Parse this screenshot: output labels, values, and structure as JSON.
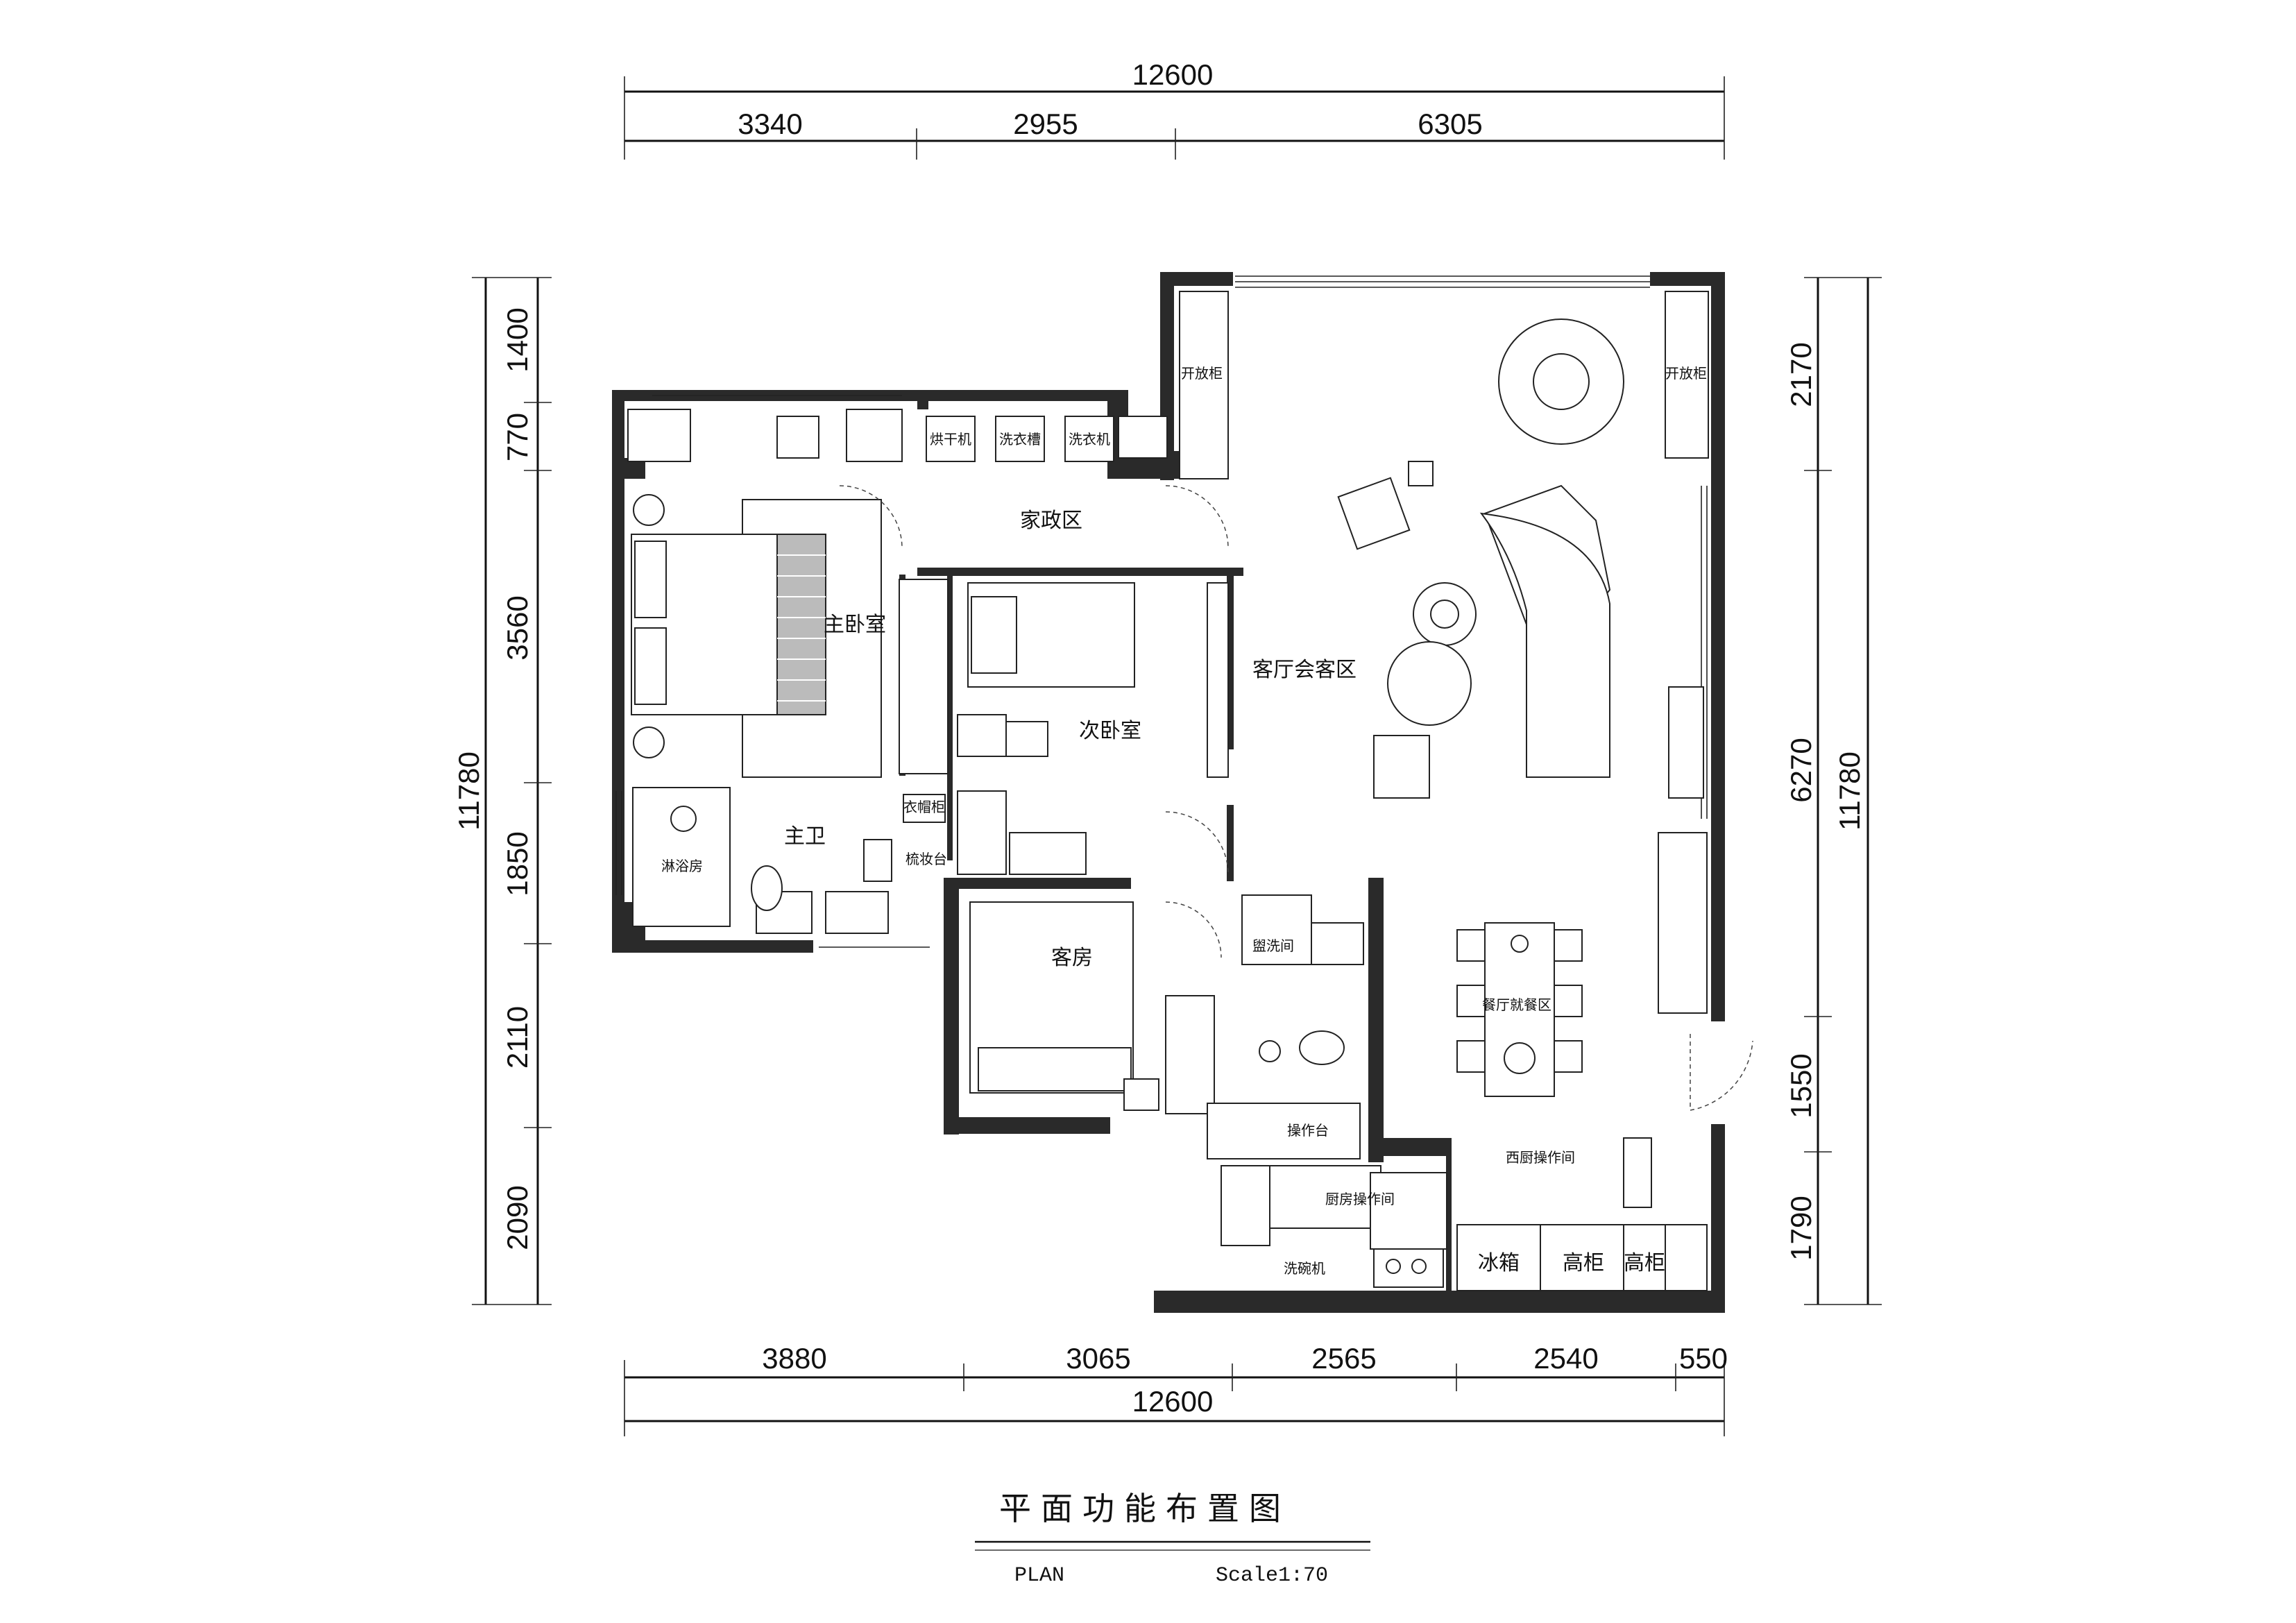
{
  "title": "平面功能布置图",
  "subtitle_left": "PLAN",
  "subtitle_right": "Scale1:70",
  "dims": {
    "top_total": "12600",
    "top_segments": [
      "3340",
      "2955",
      "6305"
    ],
    "bottom_segments": [
      "3880",
      "3065",
      "2565",
      "2540",
      "550"
    ],
    "bottom_total": "12600",
    "left_total": "11780",
    "left_segments": [
      "1400",
      "770",
      "3560",
      "1850",
      "2110",
      "2090"
    ],
    "right_total": "11780",
    "right_segments": [
      "2170",
      "6270",
      "1550",
      "1790"
    ]
  },
  "rooms": {
    "master_bedroom": "主卧室",
    "second_bedroom": "次卧室",
    "guest_room": "客房",
    "master_bath": "主卫",
    "shower": "淋浴房",
    "wardrobe": "衣帽柜",
    "vanity": "梳妆台",
    "housework": "家政区",
    "living": "客厅会客区",
    "dining": "餐厅就餐区",
    "western_kitchen": "西厨操作间",
    "kitchen": "厨房操作间",
    "counter": "操作台",
    "dishwasher": "洗碗机",
    "powder_room": "盥洗间",
    "fridge": "冰箱",
    "tall_cab_1": "高柜",
    "tall_cab_2": "高柜",
    "dryer": "烘干机",
    "sink": "洗衣槽",
    "washer": "洗衣机",
    "open_cab_1": "开放柜",
    "open_cab_2": "开放柜"
  }
}
